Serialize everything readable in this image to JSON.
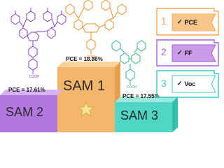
{
  "molecules": {
    "sam1": {
      "acid_label": "COOH"
    },
    "sam2": {
      "acid_label": "COOH"
    },
    "sam3": {
      "acid_label": "COOH"
    }
  },
  "podium": {
    "first": {
      "label": "SAM 1",
      "pce": "PCE = 18.86%",
      "color": "#f4b66a",
      "icon": "star-icon"
    },
    "second": {
      "label": "SAM 2",
      "pce": "PCE = 17.61%",
      "color": "#b277e0",
      "icon": "none"
    },
    "third": {
      "label": "SAM 3",
      "pce": "PCE = 17.55%",
      "color": "#4fd6c4",
      "icon": "none"
    }
  },
  "rankings": [
    {
      "number": "1",
      "check": "✓",
      "metric": "PCE",
      "color": "#f4a95a"
    },
    {
      "number": "2",
      "check": "✓",
      "metric": "FF",
      "color": "#a85fdc"
    },
    {
      "number": "3",
      "check": "✓",
      "metric": "Voc",
      "color": "#3ec9c0"
    }
  ],
  "colors": {
    "sam1_structure": "#f28c28",
    "sam2_structure": "#8a3fc8",
    "sam3_structure": "#2fb57a"
  }
}
